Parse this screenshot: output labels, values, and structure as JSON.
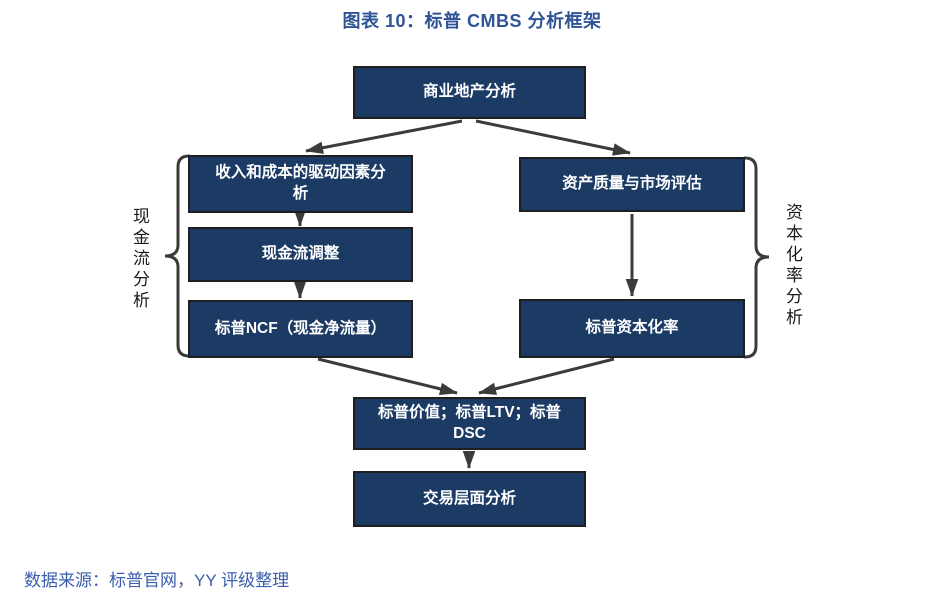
{
  "figure": {
    "title": "图表 10：标普 CMBS 分析框架",
    "source": "数据来源：标普官网，YY 评级整理"
  },
  "diagram": {
    "type": "flowchart",
    "nodes": {
      "top": "商业地产分析",
      "left_driver": "收入和成本的驱动因素分\n析",
      "left_adjust": "现金流调整",
      "left_ncf": "标普NCF（现金净流量）",
      "right_quality": "资产质量与市场评估",
      "right_caprate": "标普资本化率",
      "merge": "标普价值；标普LTV；标普\nDSC",
      "bottom": "交易层面分析"
    },
    "side_labels": {
      "left": "现金流分析",
      "right": "资本化率分析"
    },
    "edges": [
      [
        "top",
        "left_driver"
      ],
      [
        "top",
        "right_quality"
      ],
      [
        "left_driver",
        "left_adjust"
      ],
      [
        "left_adjust",
        "left_ncf"
      ],
      [
        "right_quality",
        "right_caprate"
      ],
      [
        "left_ncf",
        "merge"
      ],
      [
        "right_caprate",
        "merge"
      ],
      [
        "merge",
        "bottom"
      ]
    ]
  },
  "colors": {
    "title_text": "#2F5496",
    "source_text": "#3A5DAD",
    "node_fill": "#1B3A64",
    "node_border": "#1F1F1F",
    "node_text": "#FFFFFF",
    "connector": "#3B3B3B",
    "background": "#FFFFFF"
  }
}
